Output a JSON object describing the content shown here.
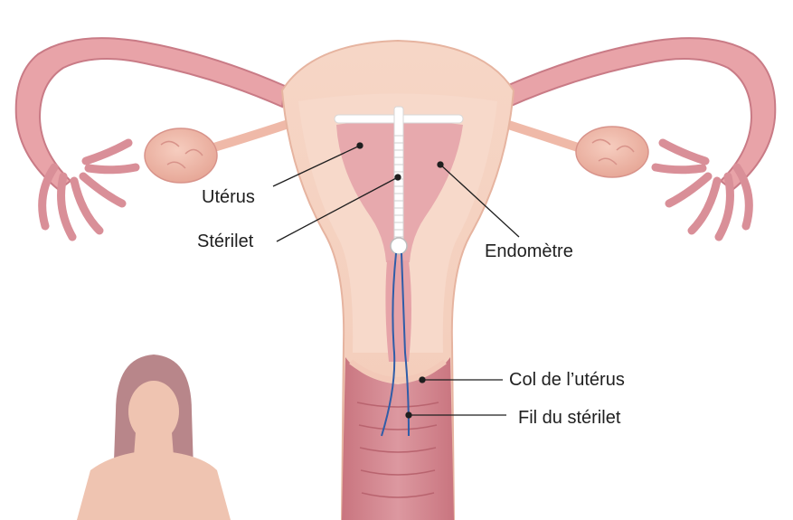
{
  "labels": {
    "uterus": "Utérus",
    "iud": "Stérilet",
    "endometrium": "Endomètre",
    "cervix": "Col de l’utérus",
    "iud_thread": "Fil du stérilet"
  },
  "colors": {
    "tissue_outer": "#f2c7b4",
    "tissue_pink": "#e8a3a8",
    "tissue_dark": "#c97b86",
    "cavity": "#e7a9ad",
    "iud": "#ffffff",
    "thread": "#2f5da8",
    "figure_skin": "#efc4b1",
    "figure_hair": "#b8868a"
  }
}
